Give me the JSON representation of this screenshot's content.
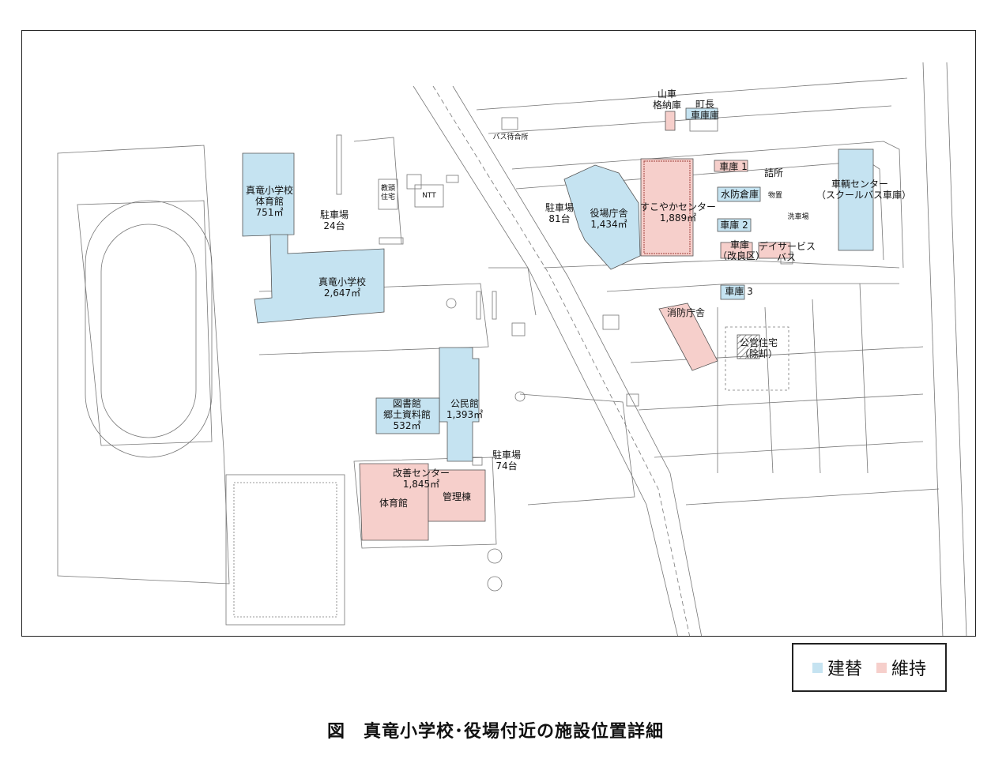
{
  "colors": {
    "rebuild": "#c5e3f1",
    "maintain": "#f6cfcb",
    "outline": "#555555"
  },
  "legend": {
    "rebuild_label": "建替",
    "maintain_label": "維持"
  },
  "caption": "図　真竜小学校･役場付近の施設位置詳細",
  "labels": {
    "gym_school": [
      "真竜小学校",
      "体育館",
      "751㎡"
    ],
    "school": [
      "真竜小学校",
      "2,647㎡"
    ],
    "parking24": [
      "駐車場",
      "24台"
    ],
    "teacher_house": [
      "教頭",
      "住宅"
    ],
    "ntt": "NTT",
    "bus_stop": "バス待合所",
    "parking81": [
      "駐車場",
      "81台"
    ],
    "town_office": [
      "役場庁舎",
      "1,434㎡"
    ],
    "sukoyaka": [
      "すこやかセンター",
      "1,889㎡"
    ],
    "mountain_garage": [
      "山車",
      "格納庫"
    ],
    "mayor_garage": [
      "町長",
      "車庫庫"
    ],
    "garage1": "車庫 1",
    "tsumesho": "詰所",
    "flood_storage": "水防倉庫",
    "storage": "物置",
    "car_wash": "洗車場",
    "vehicle_center": [
      "車輌センター",
      "（スクールバス車庫）"
    ],
    "garage2": "車庫 2",
    "garage_kairyo": [
      "車庫",
      "（改良区）"
    ],
    "dayservice_bus": [
      "デイサービス",
      "バス"
    ],
    "garage3": "車庫 3",
    "fire_office": "消防庁舎",
    "public_housing": [
      "公営住宅",
      "（除却）"
    ],
    "library": [
      "図書館",
      "郷土資料館",
      "532㎡"
    ],
    "community_hall": [
      "公民館",
      "1,393㎡"
    ],
    "parking74": [
      "駐車場",
      "74台"
    ],
    "kaizen_center": [
      "改善センター",
      "1,845㎡"
    ],
    "gym": "体育館",
    "admin_bldg": "管理棟"
  }
}
